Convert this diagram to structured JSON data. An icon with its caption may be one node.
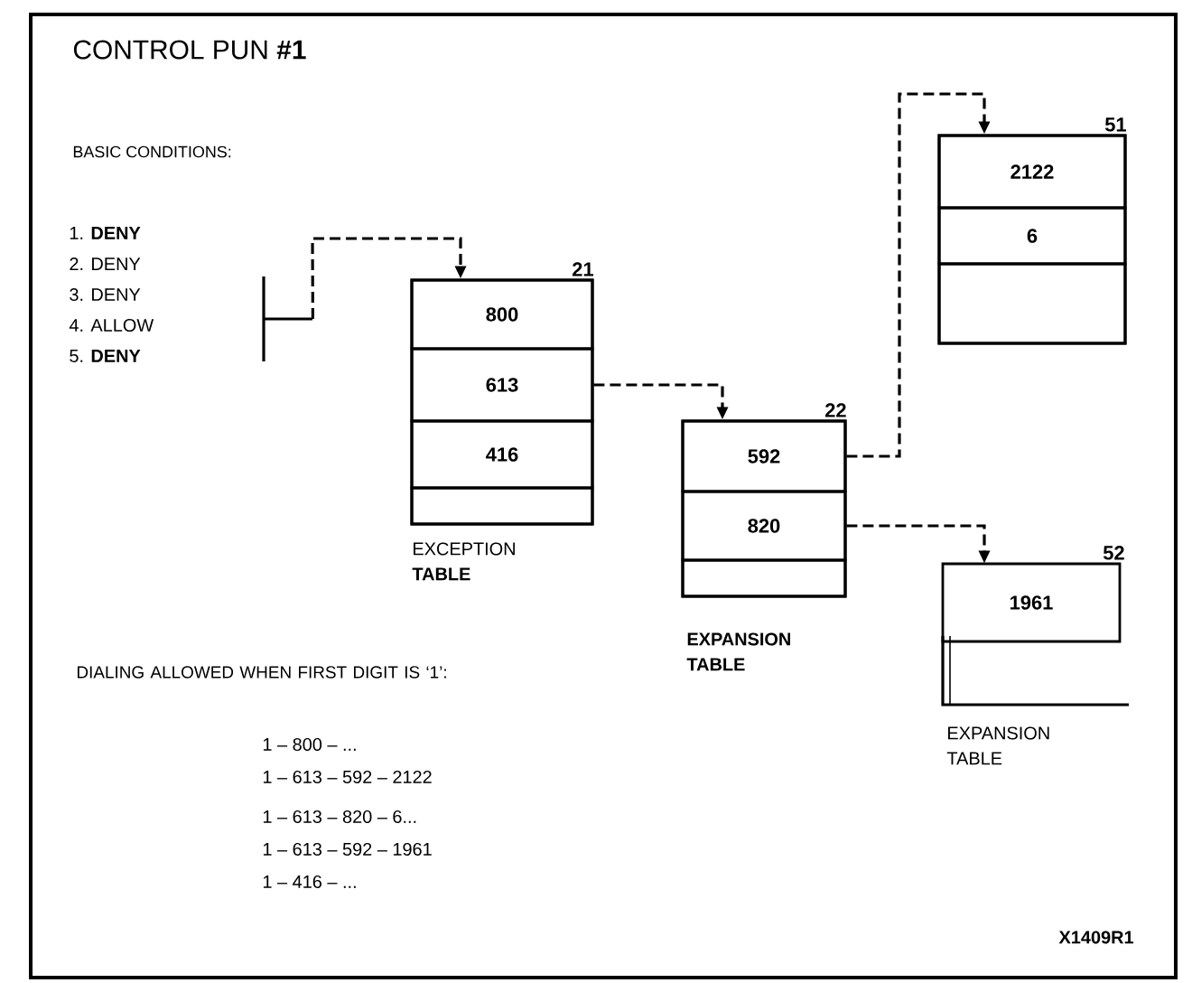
{
  "diagram": {
    "title": "CONTROL PUN **#1**",
    "nodes": [
      {
        "text": [
          "21"
        ],
        "beside": [
          "EXCEPTION **TABLE**"
        ]
      },
      {
        "text": [
          "800"
        ],
        "in": 0
      },
      {
        "text": [
          "613"
        ],
        "in": 0
      },
      {
        "text": [
          "416"
        ],
        "in": 0
      },
      {
        "text": [],
        "shape": "box",
        "in": 0
      },
      {
        "text": [
          "22"
        ],
        "beside": [
          "EXPANSION TABLE"
        ]
      },
      {
        "text": [
          "592"
        ],
        "in": 5
      },
      {
        "text": [
          "820"
        ],
        "in": 5
      },
      {
        "text": [],
        "shape": "box",
        "in": 5
      },
      {
        "text": [
          "51"
        ]
      },
      {
        "text": [
          "2122"
        ],
        "in": 9
      },
      {
        "text": [
          "6"
        ],
        "in": 9
      },
      {
        "text": [],
        "shape": "box",
        "in": 9
      },
      {
        "text": [
          "52"
        ],
        "beside": [
          "EXPANSION TABLE"
        ]
      },
      {
        "text": [
          "1961"
        ],
        "in": 13
      },
      {
        "text": [],
        "shape": "bracket"
      }
    ],
    "edges": [
      {
        "from": 15,
        "to": 0,
        "arrow": "to",
        "style": "dashed"
      },
      {
        "from": 2,
        "to": 5,
        "arrow": "to",
        "style": "dashed"
      },
      {
        "from": 6,
        "to": 9,
        "arrow": "to",
        "style": "dashed"
      },
      {
        "from": 7,
        "to": 13,
        "arrow": "to",
        "style": "dashed"
      }
    ],
    "labels": [
      "BASIC CONDITIONS:",
      "1. **DENY**",
      "2. DENY",
      "3. DENY",
      "4. ALLOW",
      "5. **DENY**",
      "DIALING ALLOWED WHEN FIRST DIGIT IS ‘1’:",
      "1 – 800 – ...",
      "1 – 613 – 592 – 2122",
      "1 – 613 – 820 – 6...",
      "1 – 613 – 592 – 1961",
      "1 – 416 – ...",
      "X1409R1"
    ]
  }
}
